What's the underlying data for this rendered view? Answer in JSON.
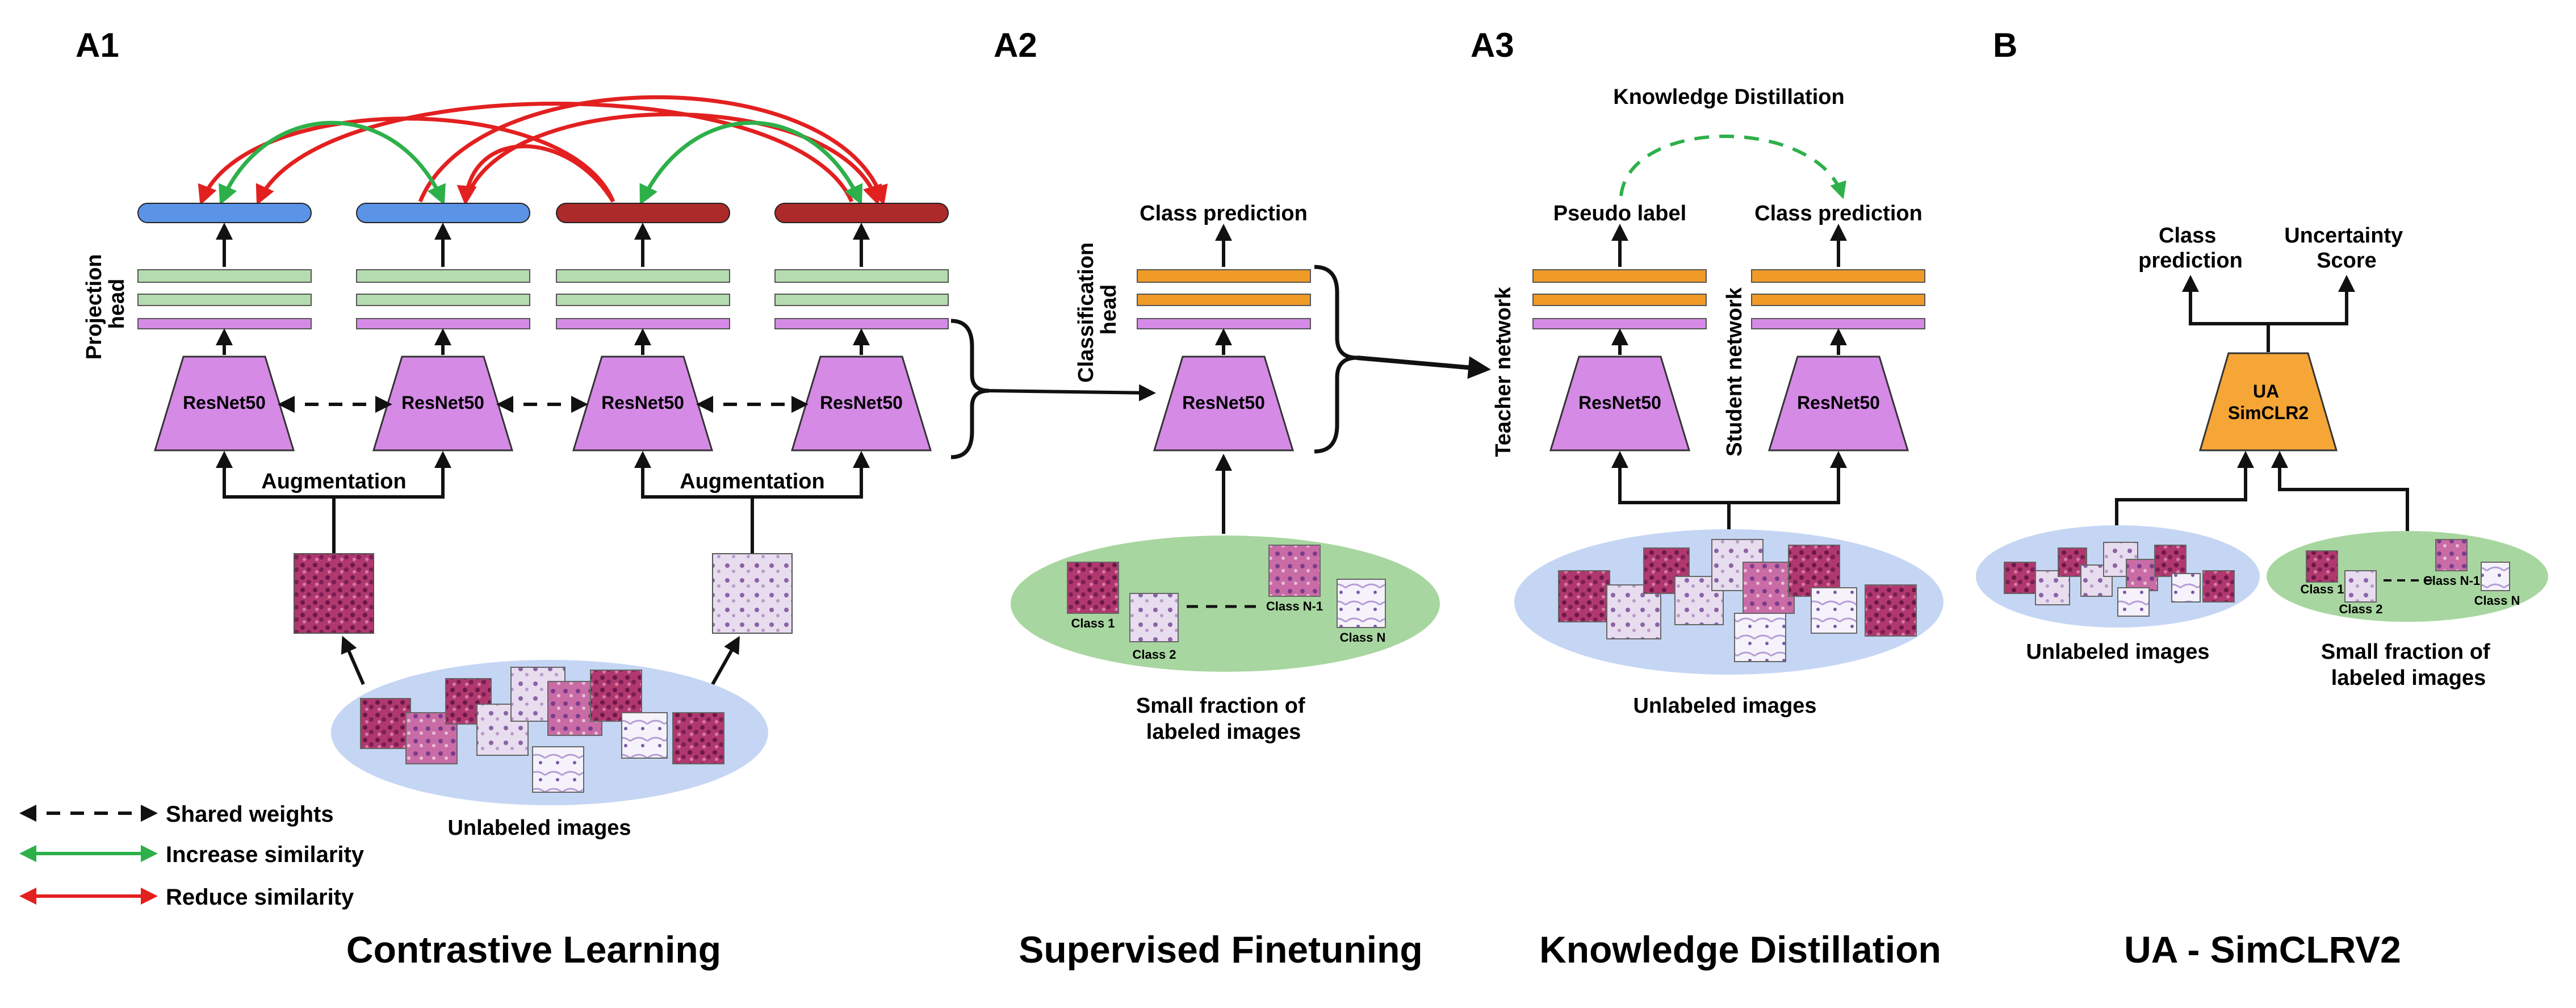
{
  "panels": {
    "a1": "A1",
    "a2": "A2",
    "a3": "A3",
    "b": "B"
  },
  "titles": {
    "contrastive": "Contrastive Learning",
    "finetuning": "Supervised Finetuning",
    "distillation": "Knowledge Distillation",
    "ua": "UA - SimCLRV2"
  },
  "contrastive": {
    "projection_head": [
      "Projection",
      "head"
    ],
    "encoder": "ResNet50",
    "augmentation": "Augmentation",
    "unlabeled": "Unlabeled images"
  },
  "finetune": {
    "classification_head": [
      "Classification",
      "head"
    ],
    "encoder": "ResNet50",
    "class_prediction": "Class prediction",
    "class1": "Class 1",
    "class2": "Class 2",
    "classN1": "Class N-1",
    "classN": "Class N",
    "caption": [
      "Small fraction of",
      "labeled images"
    ]
  },
  "distill": {
    "knowledge_distillation": "Knowledge Distillation",
    "pseudo_label": "Pseudo label",
    "class_prediction": "Class prediction",
    "teacher": "Teacher network",
    "student": "Student network",
    "encoder": "ResNet50",
    "unlabeled": "Unlabeled images"
  },
  "ua": {
    "class_prediction": [
      "Class",
      "prediction"
    ],
    "uncertainty": [
      "Uncertainty",
      "Score"
    ],
    "model": [
      "UA",
      "SimCLR2"
    ],
    "unlabeled": "Unlabeled images",
    "labeled": [
      "Small fraction of",
      "labeled images"
    ],
    "class1": "Class 1",
    "class2": "Class 2",
    "classN1": "Class N-1",
    "classN": "Class N"
  },
  "legend": {
    "shared": "Shared weights",
    "increase": "Increase similarity",
    "reduce": "Reduce similarity"
  },
  "colors": {
    "encoder": "#d58ae6",
    "ua_model": "#f5a637",
    "proj_blue": "#5b93e6",
    "proj_red": "#ad2a2a",
    "green_layer": "#b5dcb0",
    "purple_layer": "#d58ae6",
    "orange_layer": "#f09a28",
    "ellipse_blue": "#c5d6f4",
    "ellipse_green": "#a8d6a0",
    "arrow_green": "#2db04a",
    "arrow_red": "#e32020"
  }
}
